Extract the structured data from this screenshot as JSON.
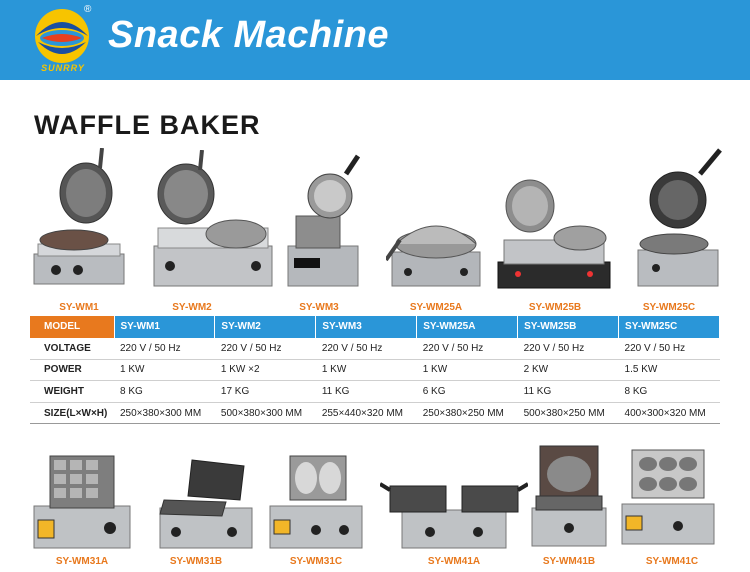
{
  "header": {
    "brand_logo_text": "SUNRRY",
    "registered_mark": "®",
    "title": "Snack Machine"
  },
  "section_title": "WAFFLE BAKER",
  "top_products": [
    {
      "model": "SY-WM1"
    },
    {
      "model": "SY-WM2"
    },
    {
      "model": "SY-WM3"
    },
    {
      "model": "SY-WM25A"
    },
    {
      "model": "SY-WM25B"
    },
    {
      "model": "SY-WM25C"
    }
  ],
  "spec_table": {
    "header_label": "MODEL",
    "models": [
      "SY-WM1",
      "SY-WM2",
      "SY-WM3",
      "SY-WM25A",
      "SY-WM25B",
      "SY-WM25C"
    ],
    "rows": [
      {
        "label": "VOLTAGE",
        "values": [
          "220 V / 50 Hz",
          "220 V / 50 Hz",
          "220 V / 50 Hz",
          "220 V / 50 Hz",
          "220 V / 50 Hz",
          "220 V / 50 Hz"
        ]
      },
      {
        "label": "POWER",
        "values": [
          "1 KW",
          "1 KW ×2",
          "1 KW",
          "1 KW",
          "2 KW",
          "1.5 KW"
        ]
      },
      {
        "label": "WEIGHT",
        "values": [
          "8 KG",
          "17 KG",
          "11 KG",
          "6 KG",
          "11 KG",
          "8 KG"
        ]
      },
      {
        "label": "SIZE(L×W×H)",
        "values": [
          "250×380×300 MM",
          "500×380×300 MM",
          "255×440×320 MM",
          "250×380×250 MM",
          "500×380×250 MM",
          "400×300×320 MM"
        ]
      }
    ]
  },
  "bottom_products": [
    {
      "model": "SY-WM31A"
    },
    {
      "model": "SY-WM31B"
    },
    {
      "model": "SY-WM31C"
    },
    {
      "model": "SY-WM41A"
    },
    {
      "model": "SY-WM41B"
    },
    {
      "model": "SY-WM41C"
    }
  ],
  "colors": {
    "header_blue": "#2a96d8",
    "caption_orange": "#e8791e",
    "logo_yellow": "#f7c400"
  }
}
